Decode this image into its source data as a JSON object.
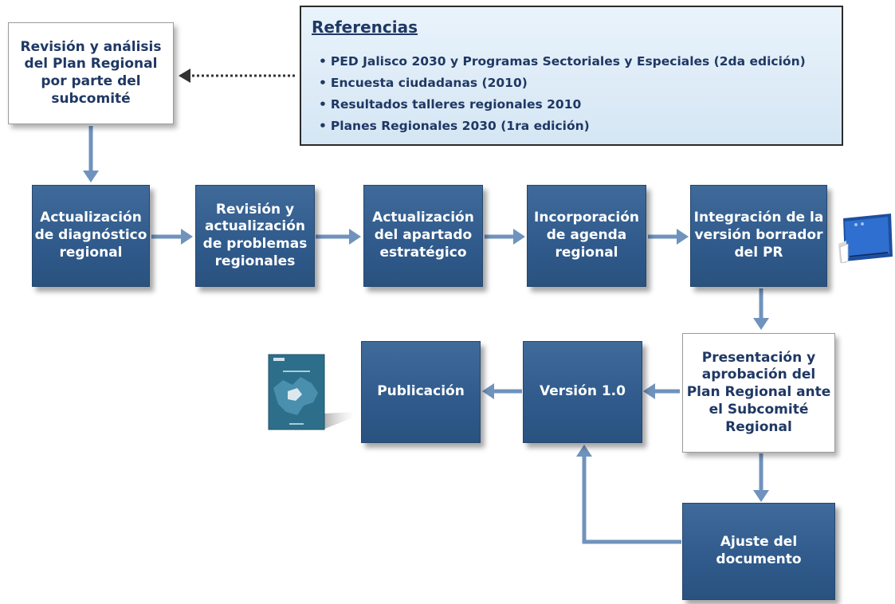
{
  "references": {
    "title": "Referencias",
    "items": [
      "PED Jalisco 2030 y Programas Sectoriales y Especiales (2da edición)",
      "Encuesta ciudadanas (2010)",
      "Resultados talleres regionales 2010",
      "Planes Regionales 2030 (1ra edición)"
    ]
  },
  "steps": {
    "revision_analisis": "Revisión y análisis del Plan Regional por parte del subcomité",
    "diagnostico": "Actualización de diagnóstico regional",
    "problemas": "Revisión y actualización de problemas regionales",
    "estrategico": "Actualización del apartado estratégico",
    "agenda": "Incorporación de agenda regional",
    "integracion": "Integración de la versión borrador del PR",
    "presentacion": "Presentación y aprobación del Plan Regional ante el Subcomité Regional",
    "version": "Versión 1.0",
    "publicacion": "Publicación",
    "ajuste": "Ajuste del documento"
  },
  "colors": {
    "box_fill": "#2f5a8b",
    "arrow": "#6f93bd",
    "text_dark": "#1f3864",
    "reference_fill": "#dce9f5"
  },
  "icons": [
    "blue-binder-icon",
    "publication-cover-icon"
  ]
}
